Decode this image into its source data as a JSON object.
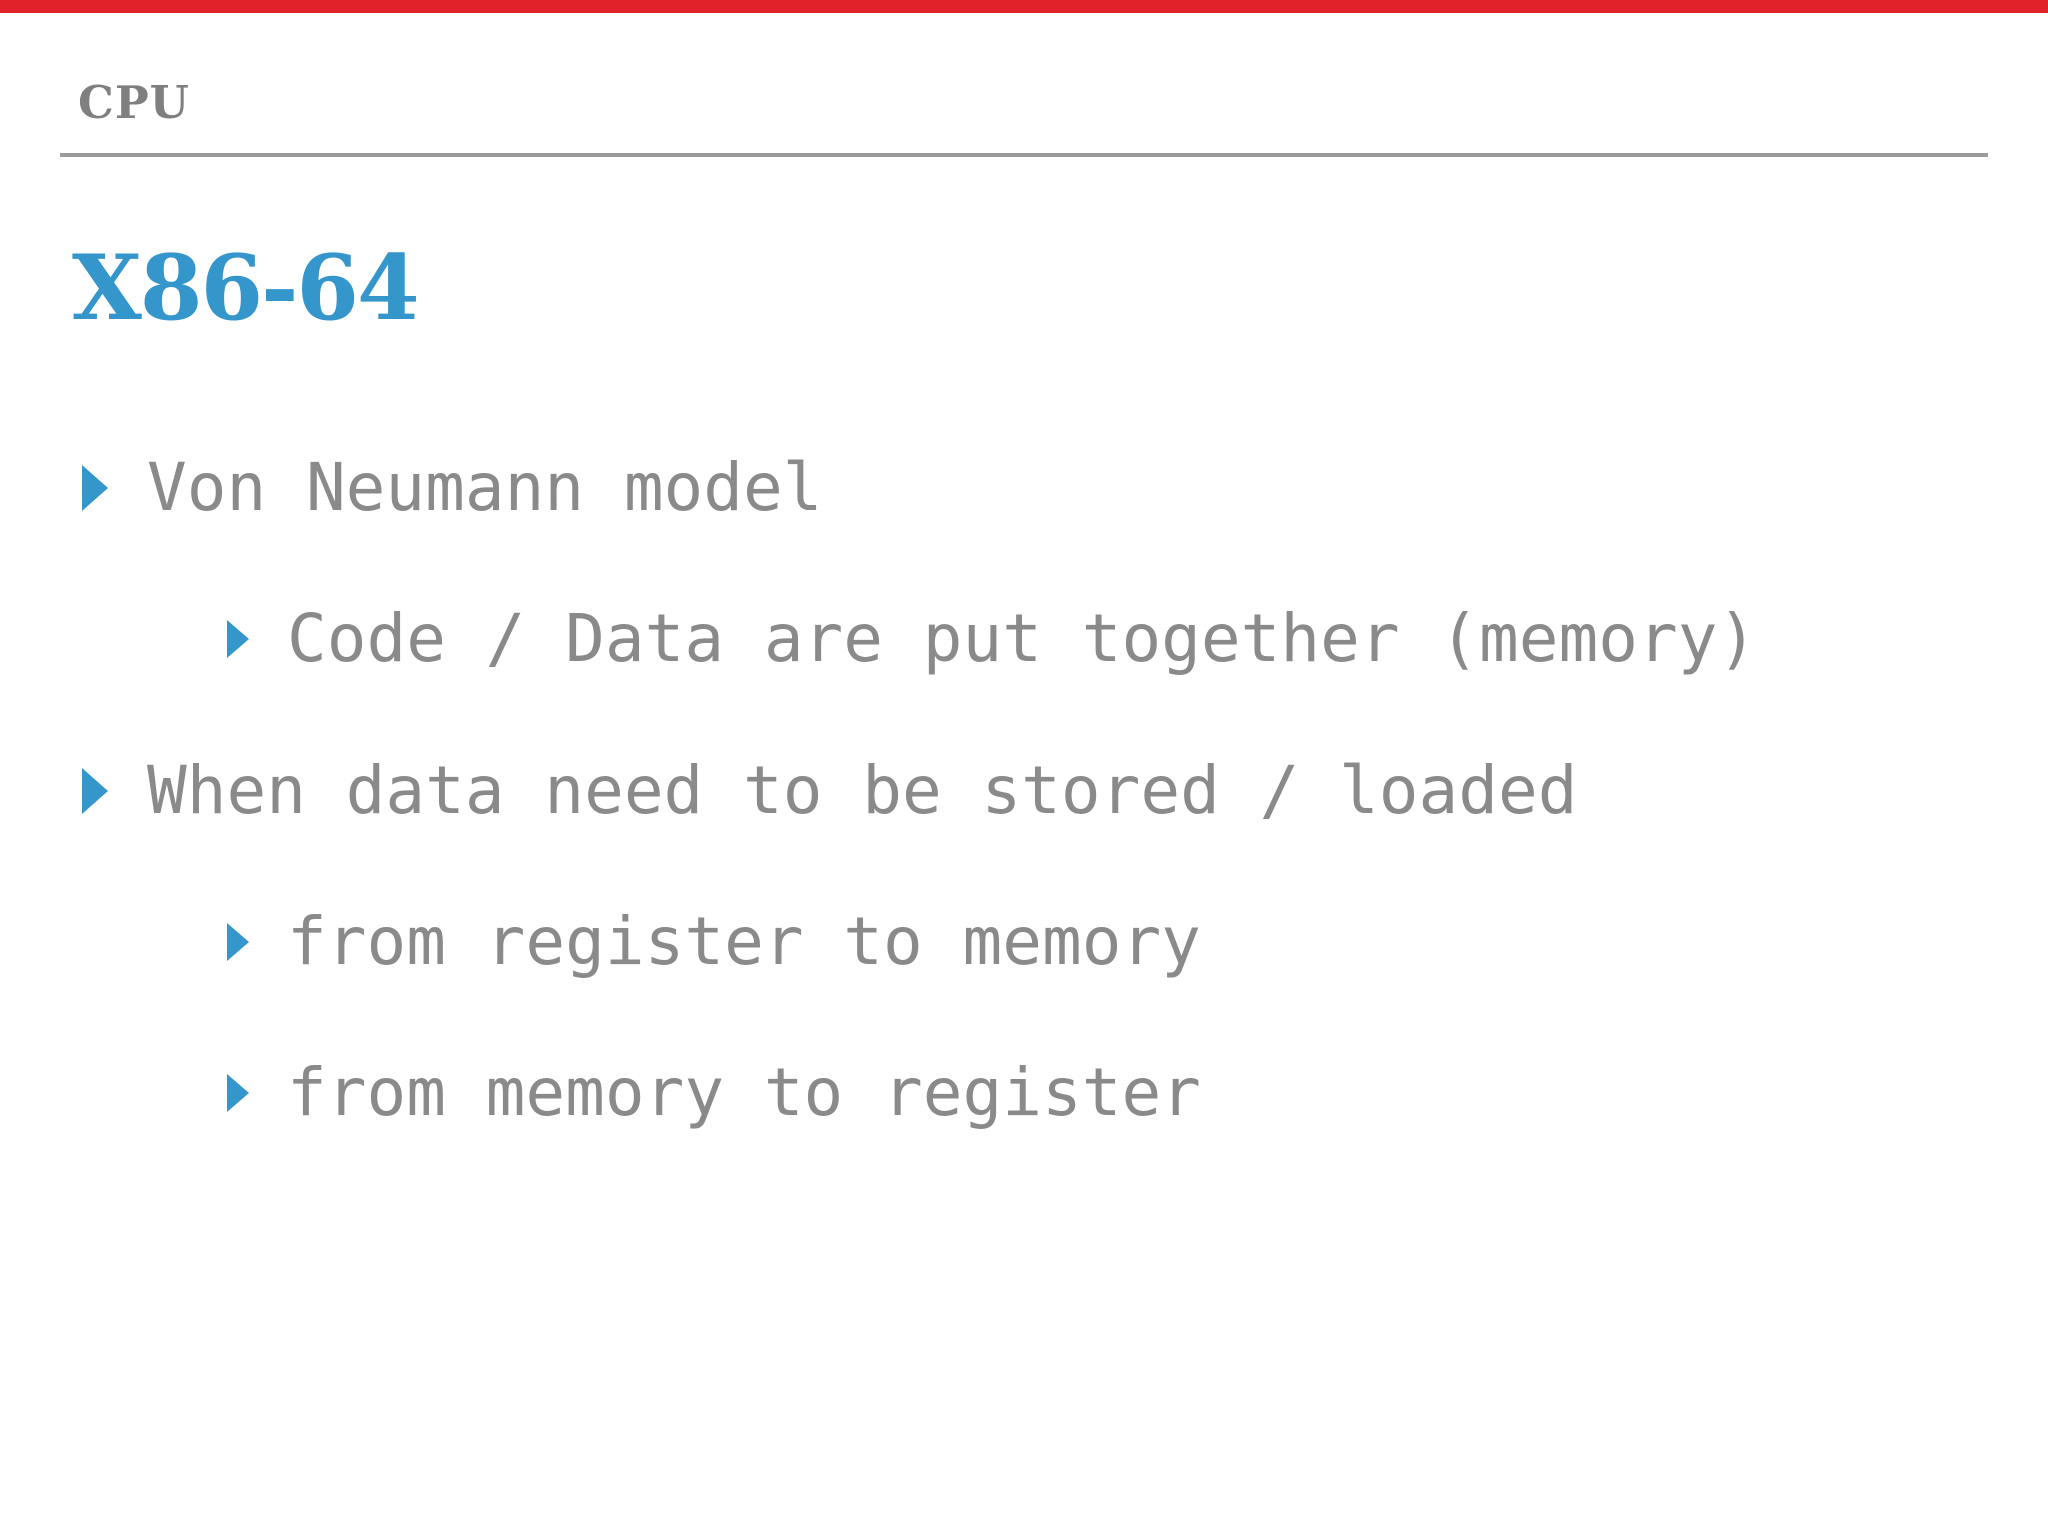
{
  "slide": {
    "header": "CPU",
    "title": "X86-64",
    "bullets": [
      {
        "level": 1,
        "text": "Von Neumann model"
      },
      {
        "level": 2,
        "text": "Code / Data are put together (memory)"
      },
      {
        "level": 1,
        "text": "When data need to be stored / loaded"
      },
      {
        "level": 2,
        "text": "from register to memory"
      },
      {
        "level": 2,
        "text": "from memory to register"
      }
    ],
    "colors": {
      "accent_bar": "#e0222a",
      "title_blue": "#3596cc",
      "text_gray": "#8a8a8a",
      "header_gray": "#7f7f7f",
      "rule_gray": "#9b9b9b"
    }
  }
}
